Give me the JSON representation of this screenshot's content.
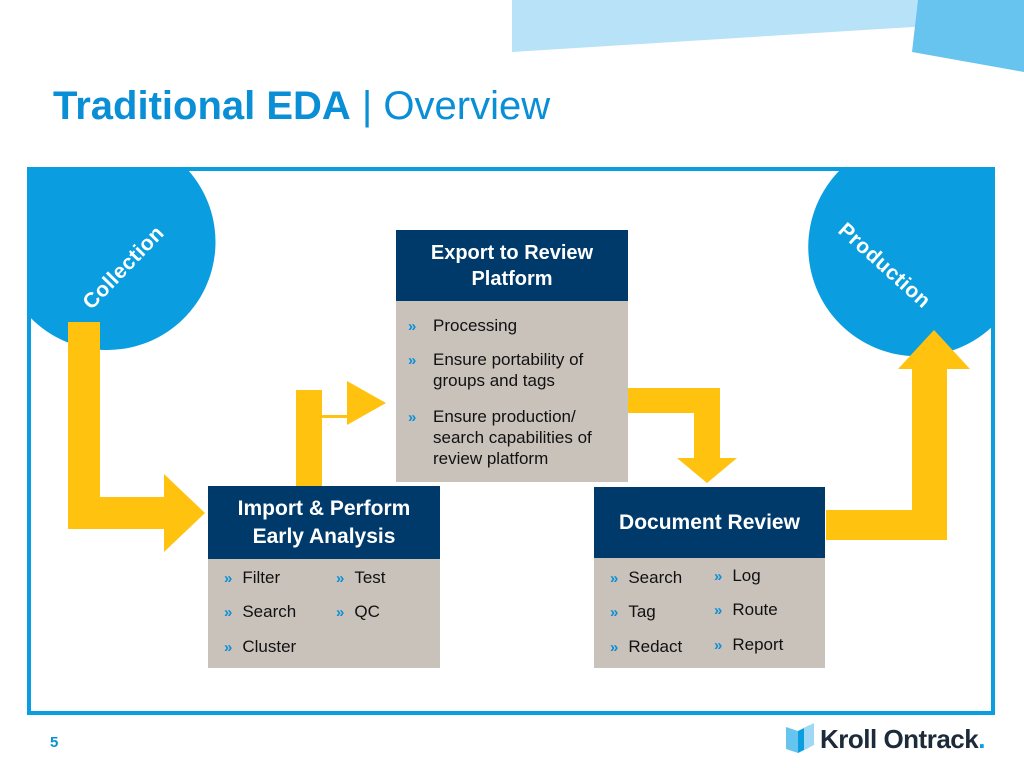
{
  "title": {
    "strong": "Traditional EDA",
    "rest": " | Overview"
  },
  "page_number": "5",
  "logo": {
    "text": "Kroll Ontrack",
    "mark": "."
  },
  "corners": {
    "left": "Collection",
    "right": "Production"
  },
  "export_box": {
    "title": "Export to Review Platform",
    "items": [
      "Processing",
      "Ensure portability of groups and tags",
      "Ensure production/ search capabilities of review platform"
    ]
  },
  "import_box": {
    "title": "Import & Perform Early Analysis",
    "col1": [
      "Filter",
      "Search",
      "Cluster"
    ],
    "col2": [
      "Test",
      "QC"
    ]
  },
  "review_box": {
    "title": "Document Review",
    "col1": [
      "Search",
      "Tag",
      "Redact"
    ],
    "col2": [
      "Log",
      "Route",
      "Report"
    ]
  },
  "bullet_mark": "»",
  "colors": {
    "accent_blue": "#0a9ee0",
    "title_blue": "#0a8fd6",
    "navy": "#003a6a",
    "box_gray": "#c9c2bb",
    "arrow_yellow": "#ffc20e",
    "light_blue": "#b8e2f8"
  }
}
